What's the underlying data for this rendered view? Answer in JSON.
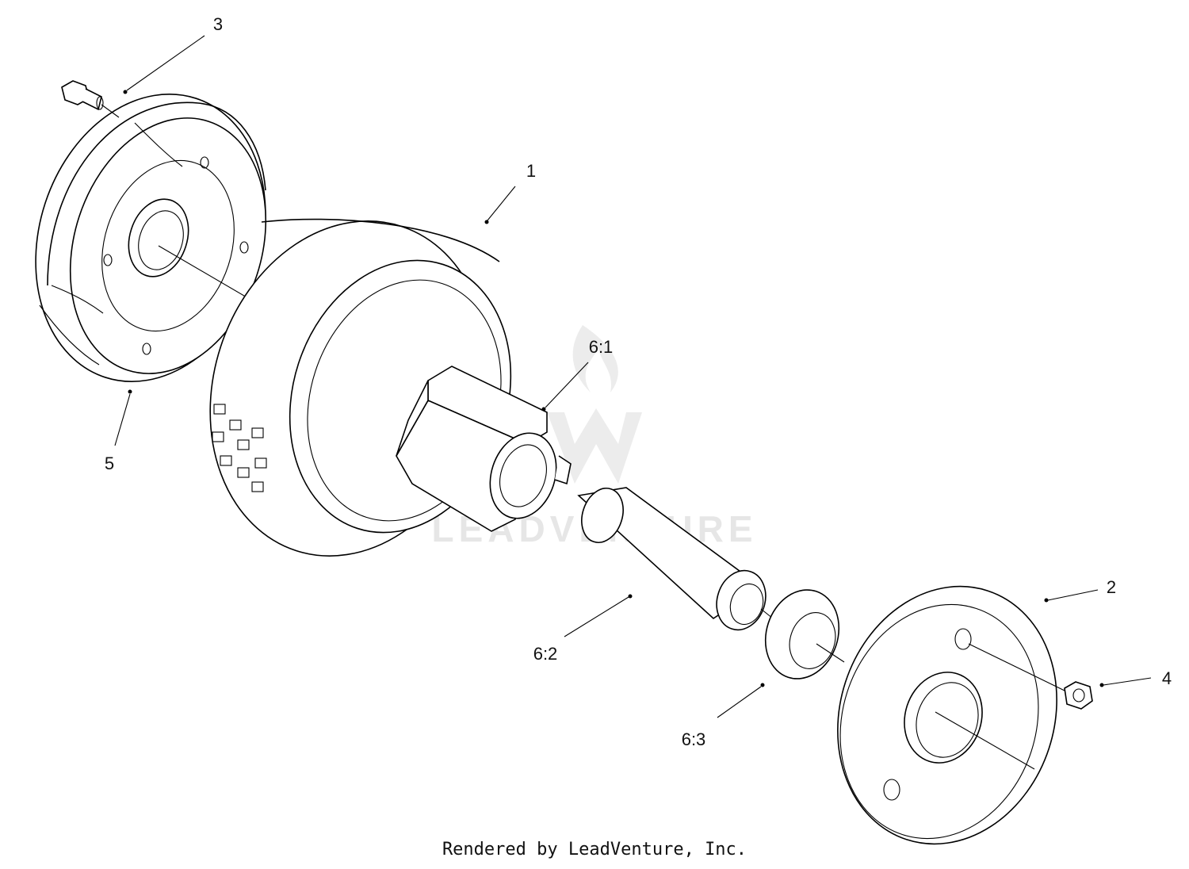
{
  "diagram": {
    "callouts": [
      {
        "id": "3",
        "label": "3"
      },
      {
        "id": "1",
        "label": "1"
      },
      {
        "id": "6-1",
        "label": "6:1"
      },
      {
        "id": "5",
        "label": "5"
      },
      {
        "id": "2",
        "label": "2"
      },
      {
        "id": "4",
        "label": "4"
      },
      {
        "id": "6-2",
        "label": "6:2"
      },
      {
        "id": "6-3",
        "label": "6:3"
      }
    ],
    "watermark": "LEADVENTURE",
    "footer": "Rendered by LeadVenture, Inc."
  }
}
